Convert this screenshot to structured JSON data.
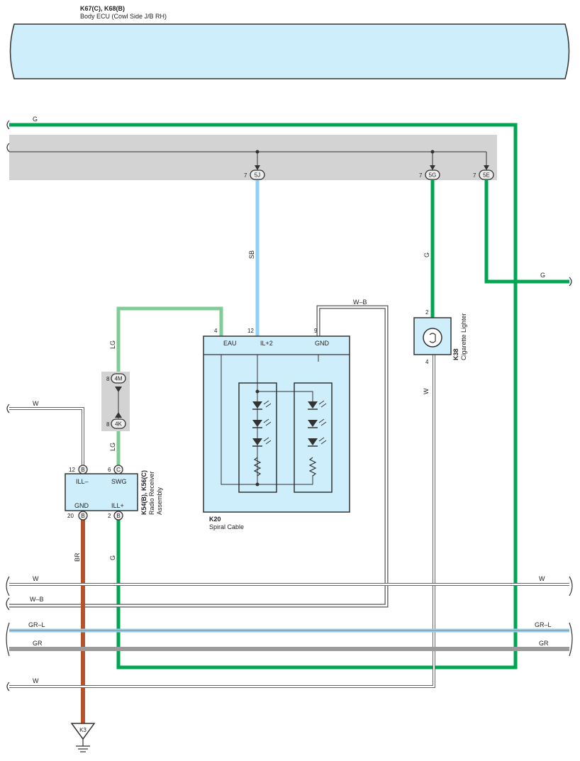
{
  "ecu": {
    "code": "K67(C), K68(B)",
    "name": "Body ECU (Cowl Side J/B RH)"
  },
  "wires": {
    "g_top": "G",
    "sb": "SB",
    "g_5g": "G",
    "g_right": "G",
    "wb_top": "W–B",
    "lg_upper": "LG",
    "lg_lower": "LG",
    "w_left": "W",
    "w_light": "W",
    "br": "BR",
    "g_radio": "G",
    "bus_w_left": "W",
    "bus_w_right": "W",
    "bus_wb": "W–B",
    "bus_grl_left": "GR–L",
    "bus_grl_right": "GR–L",
    "bus_gr_left": "GR",
    "bus_gr_right": "GR",
    "bus_w2": "W"
  },
  "connectors": {
    "c5j": "5J",
    "c5j_pin": "7",
    "c5g": "5G",
    "c5g_pin": "7",
    "c5e": "5E",
    "c5e_pin": "7",
    "c4m": "4M",
    "c4m_pin": "8",
    "c4k": "4K",
    "c4k_pin": "8",
    "ill_minus_conn": "B",
    "ill_minus_pin": "12",
    "swg_conn": "C",
    "swg_pin": "6",
    "gnd_conn": "B",
    "gnd_pin": "20",
    "ill_plus_conn": "B",
    "ill_plus_pin": "2"
  },
  "spiral": {
    "code": "K20",
    "name": "Spiral Cable",
    "eau": "EAU",
    "eau_pin": "4",
    "il2": "IL+2",
    "il2_pin": "12",
    "gnd": "GND",
    "gnd_pin": "9"
  },
  "radio": {
    "code": "K54(B), K56(C)",
    "name1": "Radio Receiver",
    "name2": "Assembly",
    "ill_minus": "ILL–",
    "swg": "SWG",
    "gnd": "GND",
    "ill_plus": "ILL+"
  },
  "lighter": {
    "code": "K38",
    "name": "Cigarette Lighter",
    "pin_top": "2",
    "pin_bottom": "4"
  },
  "ground": {
    "code": "K3"
  },
  "colors": {
    "green": "#00a551",
    "light_green": "#7fcc96",
    "sky_blue": "#8fd0f5",
    "brown": "#b5532b",
    "gray_band": "#d3d3d3",
    "component_fill": "#cdeefa",
    "gr_gray": "#9b9b9b"
  }
}
